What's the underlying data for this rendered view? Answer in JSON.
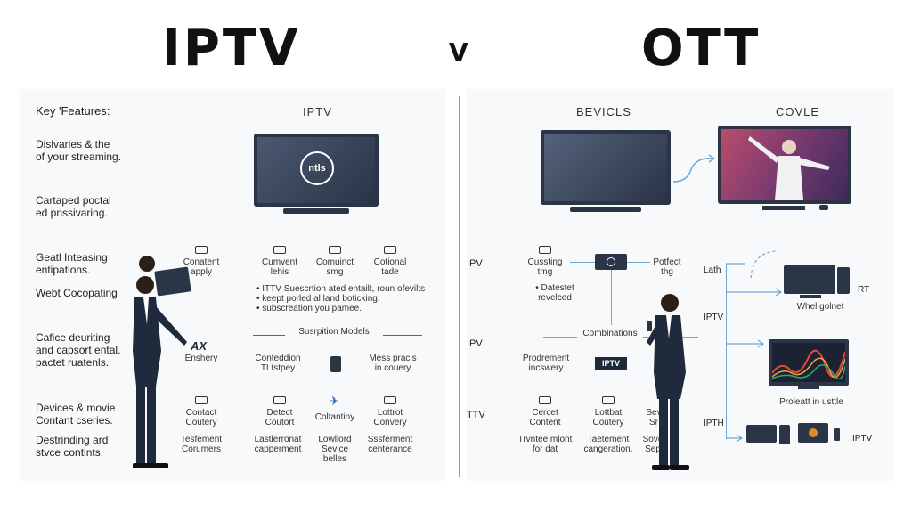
{
  "titles": {
    "left": "IPTV",
    "vs": "V",
    "right": "OTT"
  },
  "left": {
    "key_features": "Key 'Features:",
    "iptv_header": "IPTV",
    "tv_logo": "ntls",
    "side_labels": [
      "Dislvaries & the\nof your streaming.",
      "Cartaped poctal\ned pnssivaring.",
      "Geatl Inteasing\nentipations.",
      "Webt Cocopating",
      "Cafice deuriting\nand capsort ental.\npactet ruatenls.",
      "Devices & movie\nContant cseries.",
      "Destrinding ard\nstvce contints."
    ],
    "row1": [
      "Conatent\napply",
      "Cumvent\nlehis",
      "Comuinct\nsmg",
      "Cotional\ntade"
    ],
    "bullets": [
      "• ITTV Suescrtion ated entailt, roun ofevilts",
      "• keept porled al land boticking,",
      "• subscreation you pamee."
    ],
    "subscription_models": "Susrpition Models",
    "row2": [
      "Enshery",
      "Conteddion\nTI tstpey",
      "Mess pracls\nin couery"
    ],
    "row3": [
      "Contact\nCoutery",
      "Detect\nCoutort",
      "Coltantiny",
      "Lottrot\nConvery"
    ],
    "row4": [
      "Tesfement\nCorumers",
      "Lastlerronat\ncapperment",
      "Lowllord\nSevice\nbelles",
      "Sssferment\ncenterance"
    ]
  },
  "right": {
    "devices_header": "BEVICLS",
    "covle_header": "COVLE",
    "row_labels": [
      "IPV",
      "IPV",
      "TTV"
    ],
    "top_nodes": [
      "Cussting\ntmg",
      "Potfect\nthg"
    ],
    "tasklet": "• Datestet\nrevelced",
    "combinations": "Combinations",
    "prodrement": "Prodrement\nincswery",
    "iptv_badge": "IPTV",
    "row3": [
      "Cercet\nContent",
      "Lottbat\nCoutery",
      "Sev\nSr"
    ],
    "row4": [
      "Trvntee mlont\nfor dat",
      "Taetement\ncangeration.",
      "Sove\nSep"
    ],
    "tree_labels": [
      "Lath",
      "IPTV",
      "IPTH"
    ],
    "rt_label": "RT",
    "whel_label": "Whel golnet",
    "proleatt_label": "Proleatt in usttle",
    "iptv_tail": "IPTV"
  },
  "colors": {
    "accent": "#6fa8d6",
    "tv_frame": "#2a3547",
    "suit": "#1f2a3d"
  }
}
